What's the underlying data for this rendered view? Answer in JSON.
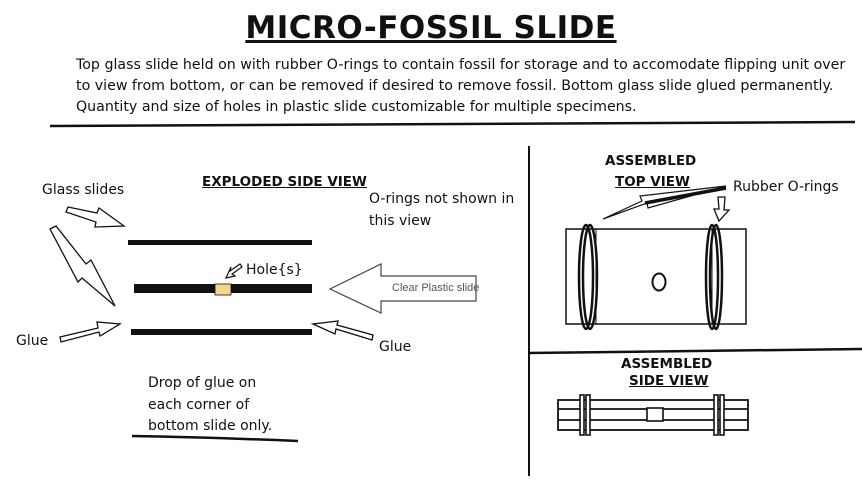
{
  "title": "MICRO-FOSSIL SLIDE",
  "description": "Top glass slide held on with rubber O-rings to contain fossil for storage and to accomodate flipping unit over to view from bottom, or can be removed if desired to remove fossil. Bottom glass slide glued permanently. Quantity and size of holes in plastic slide customizable for multiple specimens.",
  "exploded": {
    "heading": "EXPLODED SIDE VIEW",
    "glass_slides": "Glass slides",
    "orings_note": "O-rings not shown in this view",
    "hole": "Hole{s}",
    "clear_plastic": "Clear Plastic slide",
    "glue_left": "Glue",
    "glue_right": "Glue",
    "glue_note": "Drop of glue on each corner of bottom slide only."
  },
  "assembled_top": {
    "heading_line1": "ASSEMBLED",
    "heading_line2": "TOP VIEW",
    "rubber_orings": "Rubber O-rings"
  },
  "assembled_side": {
    "heading_line1": "ASSEMBLED",
    "heading_line2": "SIDE VIEW"
  },
  "colors": {
    "ink": "#111111",
    "hole_fill": "#f5d58a",
    "arrow_fill": "#ffffff"
  }
}
